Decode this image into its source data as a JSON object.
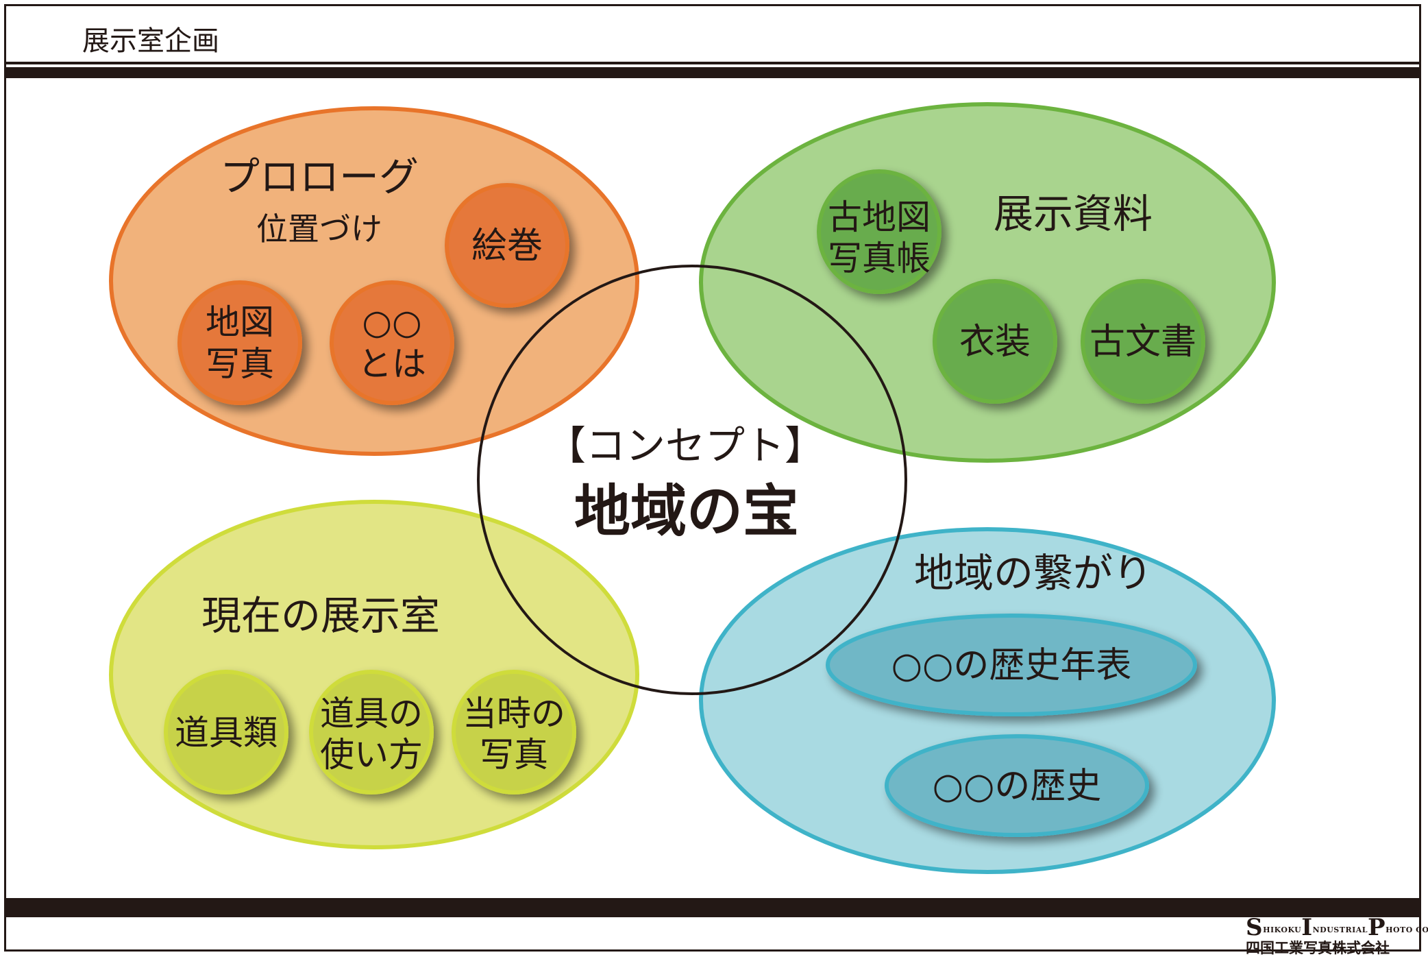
{
  "header": {
    "title": "展示室企画"
  },
  "center": {
    "heading": "【コンセプト】",
    "title": "地域の宝"
  },
  "groups": {
    "prologue": {
      "title": "プロローグ",
      "subtitle": "位置づけ",
      "items": [
        {
          "lines": [
            "絵巻"
          ]
        },
        {
          "lines": [
            "地図",
            "写真"
          ]
        },
        {
          "lines": [
            "○○",
            "とは"
          ]
        }
      ]
    },
    "materials": {
      "title": "展示資料",
      "items": [
        {
          "lines": [
            "古地図",
            "写真帳"
          ]
        },
        {
          "lines": [
            "衣装"
          ]
        },
        {
          "lines": [
            "古文書"
          ]
        }
      ]
    },
    "current": {
      "title": "現在の展示室",
      "items": [
        {
          "lines": [
            "道具類"
          ]
        },
        {
          "lines": [
            "道具の",
            "使い方"
          ]
        },
        {
          "lines": [
            "当時の",
            "写真"
          ]
        }
      ]
    },
    "connections": {
      "title": "地域の繋がり",
      "items": [
        {
          "lines": [
            "○○の歴史年表"
          ]
        },
        {
          "lines": [
            "○○の歴史"
          ]
        }
      ]
    }
  },
  "colors": {
    "orange_fill": "#f1b27b",
    "orange_stroke": "#e8742a",
    "orange_sub_fill": "#e5783a",
    "green_fill": "#a9d48e",
    "green_stroke": "#6cb33f",
    "green_sub_fill": "#68ac4d",
    "yellow_fill": "#e2e585",
    "yellow_stroke": "#cfdc3b",
    "yellow_sub_fill": "#c7d24a",
    "blue_fill": "#a9dae2",
    "blue_stroke": "#3fb3c8",
    "blue_sub_fill": "#6fb7c6",
    "text": "#231815"
  },
  "footer": {
    "logo_mark": "SHIKOKU INDUSTRIAL PHOTO CORPORATION",
    "company": "四国工業写真株式会社"
  }
}
